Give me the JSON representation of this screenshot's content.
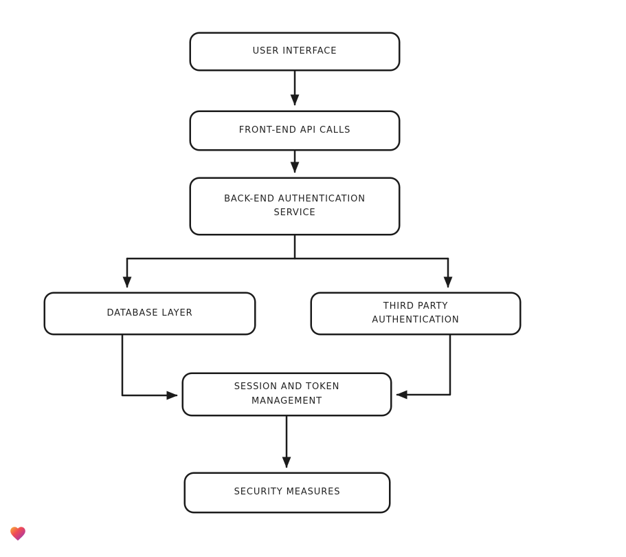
{
  "diagram": {
    "title": "Authentication architecture flowchart",
    "colors": {
      "node_fill": "#ffffff",
      "node_stroke": "#1b1b1b",
      "edge_stroke": "#1b1b1b",
      "background": "#ffffff"
    },
    "nodes": [
      {
        "id": "user-interface",
        "label": "USER INTERFACE"
      },
      {
        "id": "front-end-api-calls",
        "label": "FRONT-END API CALLS"
      },
      {
        "id": "back-end-auth-service",
        "label": "BACK-END AUTHENTICATION SERVICE"
      },
      {
        "id": "database-layer",
        "label": "DATABASE LAYER"
      },
      {
        "id": "third-party-auth",
        "label": "THIRD PARTY AUTHENTICATION"
      },
      {
        "id": "session-token-mgmt",
        "label": "SESSION AND TOKEN MANAGEMENT"
      },
      {
        "id": "security-measures",
        "label": "SECURITY MEASURES"
      }
    ],
    "edges": [
      {
        "from": "user-interface",
        "to": "front-end-api-calls"
      },
      {
        "from": "front-end-api-calls",
        "to": "back-end-auth-service"
      },
      {
        "from": "back-end-auth-service",
        "to": "database-layer"
      },
      {
        "from": "back-end-auth-service",
        "to": "third-party-auth"
      },
      {
        "from": "database-layer",
        "to": "session-token-mgmt"
      },
      {
        "from": "third-party-auth",
        "to": "session-token-mgmt"
      },
      {
        "from": "session-token-mgmt",
        "to": "security-measures"
      }
    ],
    "logo": {
      "icon": "heart-logo",
      "colors": [
        "#f9b234",
        "#ef4b56",
        "#c13d8c",
        "#3e6ad8"
      ]
    }
  }
}
